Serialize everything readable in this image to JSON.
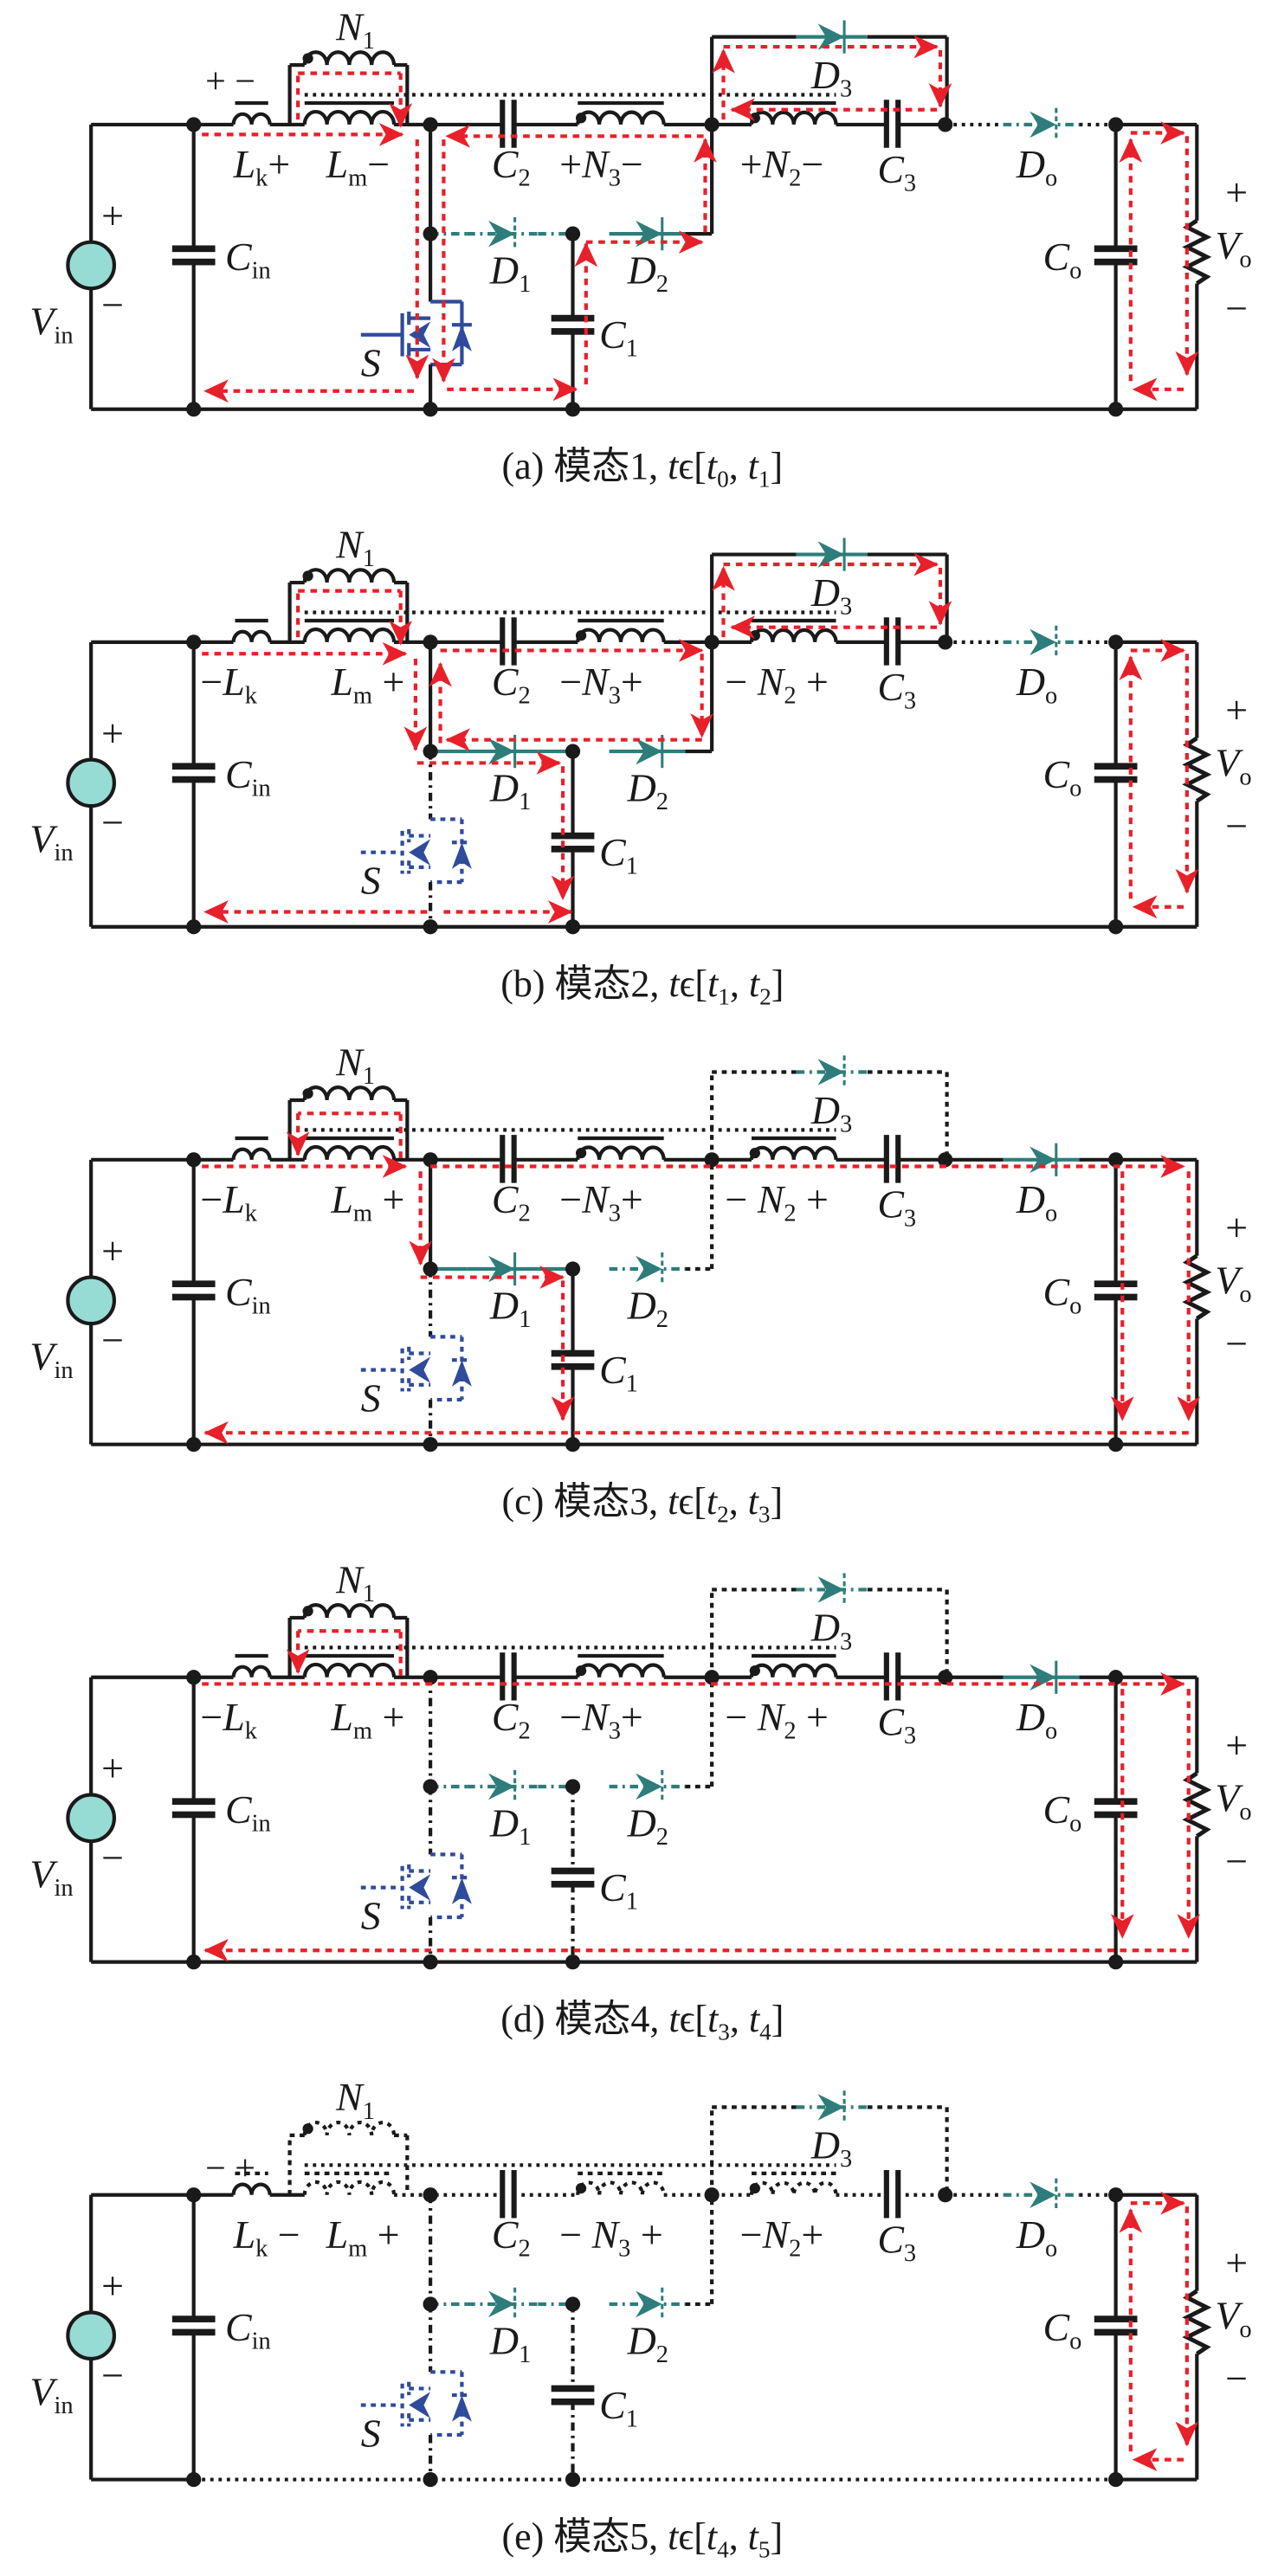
{
  "colors": {
    "wire": "#1a1a1a",
    "current": "#e8202a",
    "diode": "#2e7d7a",
    "switch": "#2f4b9b",
    "source_fill": "#96dcd4"
  },
  "common_labels": {
    "n1": [
      [
        "N",
        "i"
      ],
      [
        "1",
        "s"
      ]
    ],
    "d3": [
      [
        "D",
        "i"
      ],
      [
        "3",
        "s"
      ]
    ],
    "d1": [
      [
        "D",
        "i"
      ],
      [
        "1",
        "s"
      ]
    ],
    "d2": [
      [
        "D",
        "i"
      ],
      [
        "2",
        "s"
      ]
    ],
    "c1": [
      [
        "C",
        "i"
      ],
      [
        "1",
        "s"
      ]
    ],
    "c2": [
      [
        "C",
        "i"
      ],
      [
        "2",
        "s"
      ]
    ],
    "c3": [
      [
        "C",
        "i"
      ],
      [
        "3",
        "s"
      ]
    ],
    "cin": [
      [
        "C",
        "i"
      ],
      [
        "in",
        "s"
      ]
    ],
    "co": [
      [
        "C",
        "i"
      ],
      [
        "o",
        "s"
      ]
    ],
    "do": [
      [
        "D",
        "i"
      ],
      [
        "o",
        "s"
      ]
    ],
    "vin": [
      [
        "V",
        "i"
      ],
      [
        "in",
        "s"
      ]
    ],
    "vo": [
      [
        "V",
        "i"
      ],
      [
        "o",
        "s"
      ]
    ],
    "s": [
      [
        "S",
        "i"
      ]
    ],
    "plus": [
      [
        "+",
        ""
      ]
    ],
    "minus": [
      [
        "−",
        ""
      ]
    ]
  },
  "panels": [
    {
      "lk_pol": [
        [
          "+ ",
          ""
        ],
        [
          "−",
          ""
        ]
      ],
      "lk": [
        [
          "L",
          "i"
        ],
        [
          "k",
          "s"
        ],
        [
          "+",
          ""
        ]
      ],
      "lm": [
        [
          "L",
          "i"
        ],
        [
          "m",
          "s"
        ],
        [
          "−",
          ""
        ]
      ],
      "n3": [
        [
          "+",
          ""
        ],
        [
          "N",
          "i"
        ],
        [
          "3",
          "s"
        ],
        [
          "−",
          ""
        ]
      ],
      "n2": [
        [
          "+",
          ""
        ],
        [
          "N",
          "i"
        ],
        [
          "2",
          "s"
        ],
        [
          "−",
          ""
        ]
      ],
      "caption": [
        [
          "(a) 模态1, ",
          ""
        ],
        [
          "t",
          "i"
        ],
        [
          "ϵ[",
          ""
        ],
        [
          "t",
          "i"
        ],
        [
          "0",
          "s"
        ],
        [
          ", ",
          ""
        ],
        [
          "t",
          "i"
        ],
        [
          "1",
          "s"
        ],
        [
          "]",
          ""
        ]
      ]
    },
    {
      "lk_pol": null,
      "lk": [
        [
          "−",
          ""
        ],
        [
          "L",
          "i"
        ],
        [
          "k",
          "s"
        ]
      ],
      "lm": [
        [
          "L",
          "i"
        ],
        [
          "m",
          "s"
        ],
        [
          " +",
          ""
        ]
      ],
      "n3": [
        [
          "−",
          ""
        ],
        [
          "N",
          "i"
        ],
        [
          "3",
          "s"
        ],
        [
          "+",
          ""
        ]
      ],
      "n2": [
        [
          "− ",
          ""
        ],
        [
          "N",
          "i"
        ],
        [
          "2",
          "s"
        ],
        [
          " +",
          ""
        ]
      ],
      "caption": [
        [
          "(b) 模态2, ",
          ""
        ],
        [
          "t",
          "i"
        ],
        [
          "ϵ[",
          ""
        ],
        [
          "t",
          "i"
        ],
        [
          "1",
          "s"
        ],
        [
          ", ",
          ""
        ],
        [
          "t",
          "i"
        ],
        [
          "2",
          "s"
        ],
        [
          "]",
          ""
        ]
      ]
    },
    {
      "lk_pol": null,
      "lk": [
        [
          "−",
          ""
        ],
        [
          "L",
          "i"
        ],
        [
          "k",
          "s"
        ]
      ],
      "lm": [
        [
          "L",
          "i"
        ],
        [
          "m",
          "s"
        ],
        [
          " +",
          ""
        ]
      ],
      "n3": [
        [
          "−",
          ""
        ],
        [
          "N",
          "i"
        ],
        [
          "3",
          "s"
        ],
        [
          "+",
          ""
        ]
      ],
      "n2": [
        [
          "− ",
          ""
        ],
        [
          "N",
          "i"
        ],
        [
          "2",
          "s"
        ],
        [
          " +",
          ""
        ]
      ],
      "caption": [
        [
          "(c) 模态3, ",
          ""
        ],
        [
          "t",
          "i"
        ],
        [
          "ϵ[",
          ""
        ],
        [
          "t",
          "i"
        ],
        [
          "2",
          "s"
        ],
        [
          ", ",
          ""
        ],
        [
          "t",
          "i"
        ],
        [
          "3",
          "s"
        ],
        [
          "]",
          ""
        ]
      ]
    },
    {
      "lk_pol": null,
      "lk": [
        [
          "−",
          ""
        ],
        [
          "L",
          "i"
        ],
        [
          "k",
          "s"
        ]
      ],
      "lm": [
        [
          "L",
          "i"
        ],
        [
          "m",
          "s"
        ],
        [
          " +",
          ""
        ]
      ],
      "n3": [
        [
          "−",
          ""
        ],
        [
          "N",
          "i"
        ],
        [
          "3",
          "s"
        ],
        [
          "+",
          ""
        ]
      ],
      "n2": [
        [
          "− ",
          ""
        ],
        [
          "N",
          "i"
        ],
        [
          "2",
          "s"
        ],
        [
          " +",
          ""
        ]
      ],
      "caption": [
        [
          "(d) 模态4, ",
          ""
        ],
        [
          "t",
          "i"
        ],
        [
          "ϵ[",
          ""
        ],
        [
          "t",
          "i"
        ],
        [
          "3",
          "s"
        ],
        [
          ", ",
          ""
        ],
        [
          "t",
          "i"
        ],
        [
          "4",
          "s"
        ],
        [
          "]",
          ""
        ]
      ]
    },
    {
      "lk_pol": [
        [
          "− ",
          ""
        ],
        [
          "+",
          ""
        ]
      ],
      "lk": [
        [
          "L",
          "i"
        ],
        [
          "k",
          "s"
        ],
        [
          " −",
          ""
        ]
      ],
      "lm": [
        [
          "L",
          "i"
        ],
        [
          "m",
          "s"
        ],
        [
          " +",
          ""
        ]
      ],
      "n3": [
        [
          "− ",
          ""
        ],
        [
          "N",
          "i"
        ],
        [
          "3",
          "s"
        ],
        [
          " +",
          ""
        ]
      ],
      "n2": [
        [
          "−",
          ""
        ],
        [
          "N",
          "i"
        ],
        [
          "2",
          "s"
        ],
        [
          "+",
          ""
        ]
      ],
      "caption": [
        [
          "(e) 模态5, ",
          ""
        ],
        [
          "t",
          "i"
        ],
        [
          "ϵ[",
          ""
        ],
        [
          "t",
          "i"
        ],
        [
          "4",
          "s"
        ],
        [
          ", ",
          ""
        ],
        [
          "t",
          "i"
        ],
        [
          "5",
          "s"
        ],
        [
          "]",
          ""
        ]
      ]
    }
  ]
}
